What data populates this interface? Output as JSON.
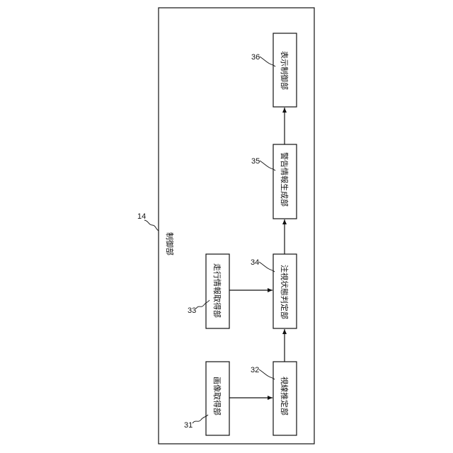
{
  "frame": {
    "label": "制御部",
    "ref": "14"
  },
  "blocks": {
    "b31": {
      "ref": "31",
      "label": "画像取得部"
    },
    "b32": {
      "ref": "32",
      "label": "視線推定部"
    },
    "b33": {
      "ref": "33",
      "label": "走行情報取得部"
    },
    "b34": {
      "ref": "34",
      "label": "注視状態判定部"
    },
    "b35": {
      "ref": "35",
      "label": "警告情報生成部"
    },
    "b36": {
      "ref": "36",
      "label": "表示制御部"
    }
  }
}
